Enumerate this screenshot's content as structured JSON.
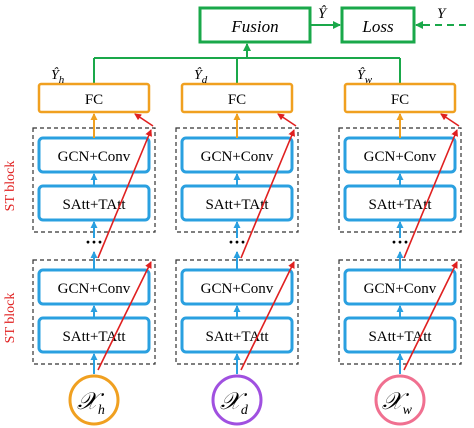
{
  "top": {
    "fusion_label": "Fusion",
    "loss_label": "Loss",
    "yhat_label": "Ŷ",
    "y_label": "Y"
  },
  "side_labels": {
    "st_block_top": "ST block",
    "st_block_bottom": "ST block"
  },
  "columns": [
    {
      "id": "h",
      "output_label": "Ŷ",
      "output_sub": "h",
      "fc_label": "FC",
      "upper_block": {
        "gcn_label": "GCN+Conv",
        "att_label": "SAtt+TAtt"
      },
      "lower_block": {
        "gcn_label": "GCN+Conv",
        "att_label": "SAtt+TAtt"
      },
      "input_symbol": "𝒳",
      "input_sub": "h",
      "input_color": "#f0a020"
    },
    {
      "id": "d",
      "output_label": "Ŷ",
      "output_sub": "d",
      "fc_label": "FC",
      "upper_block": {
        "gcn_label": "GCN+Conv",
        "att_label": "SAtt+TAtt"
      },
      "lower_block": {
        "gcn_label": "GCN+Conv",
        "att_label": "SAtt+TAtt"
      },
      "input_symbol": "𝒳",
      "input_sub": "d",
      "input_color": "#a050e0"
    },
    {
      "id": "w",
      "output_label": "Ŷ",
      "output_sub": "w",
      "fc_label": "FC",
      "upper_block": {
        "gcn_label": "GCN+Conv",
        "att_label": "SAtt+TAtt"
      },
      "lower_block": {
        "gcn_label": "GCN+Conv",
        "att_label": "SAtt+TAtt"
      },
      "input_symbol": "𝒳",
      "input_sub": "w",
      "input_color": "#f07090"
    }
  ],
  "colors": {
    "green": "#1aa84a",
    "orange": "#f0a020",
    "blue": "#2aa0e0",
    "red": "#e02020",
    "dash": "#333333"
  }
}
